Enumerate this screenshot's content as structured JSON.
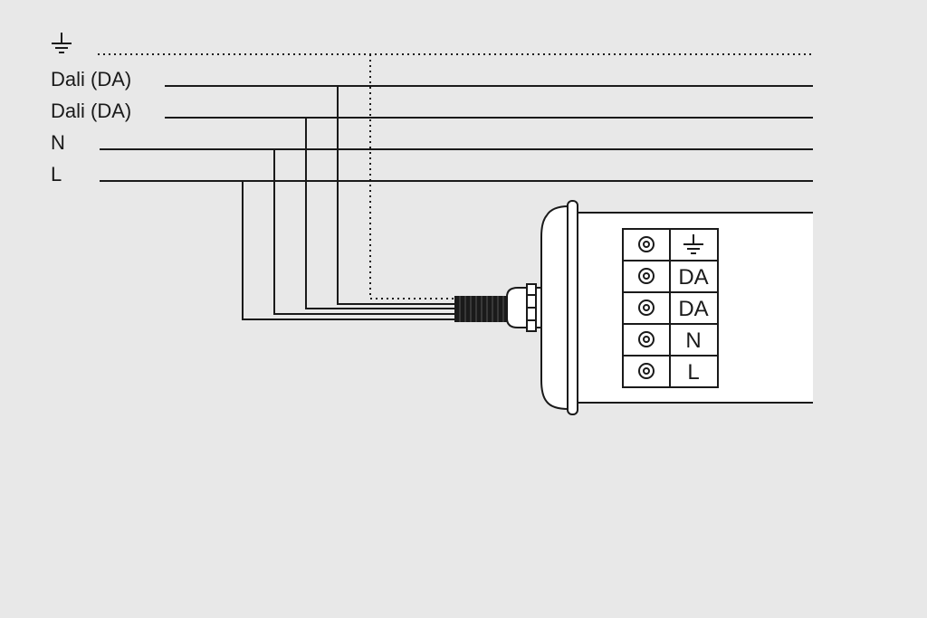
{
  "colors": {
    "background": "#e8e8e8",
    "ink": "#1a1a1a",
    "luminaire_fill": "#ffffff"
  },
  "supply_lines": [
    {
      "label": "",
      "icon": "ground-symbol",
      "style": "dotted"
    },
    {
      "label": "Dali (DA)",
      "style": "solid"
    },
    {
      "label": "Dali (DA)",
      "style": "solid"
    },
    {
      "label": "N",
      "style": "solid"
    },
    {
      "label": "L",
      "style": "solid"
    }
  ],
  "terminal_block": {
    "rows": [
      {
        "screw_icon": "screw-terminal-icon",
        "label": "",
        "icon": "ground-symbol"
      },
      {
        "screw_icon": "screw-terminal-icon",
        "label": "DA"
      },
      {
        "screw_icon": "screw-terminal-icon",
        "label": "DA"
      },
      {
        "screw_icon": "screw-terminal-icon",
        "label": "N"
      },
      {
        "screw_icon": "screw-terminal-icon",
        "label": "L"
      }
    ]
  }
}
